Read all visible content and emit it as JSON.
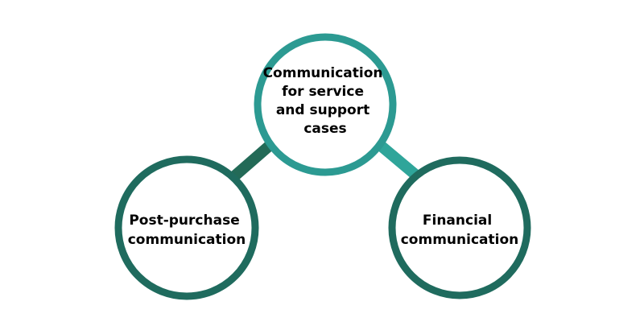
{
  "diagram": {
    "colors": {
      "top_node": "#2c9a92",
      "bottom_nodes": "#1f6b5e",
      "left_connector": "#236a57",
      "right_connector": "#2fa59a",
      "node_fill": "#ffffff",
      "text": "#000000"
    },
    "nodes": {
      "top": {
        "label": "Communication for service and support cases",
        "lines": [
          "Communication",
          "for service",
          "and support",
          "cases"
        ]
      },
      "left": {
        "label": "Post-purchase communication",
        "lines": [
          "Post-purchase",
          "communication"
        ]
      },
      "right": {
        "label": "Financial communication",
        "lines": [
          "Financial",
          "communication"
        ]
      }
    }
  }
}
